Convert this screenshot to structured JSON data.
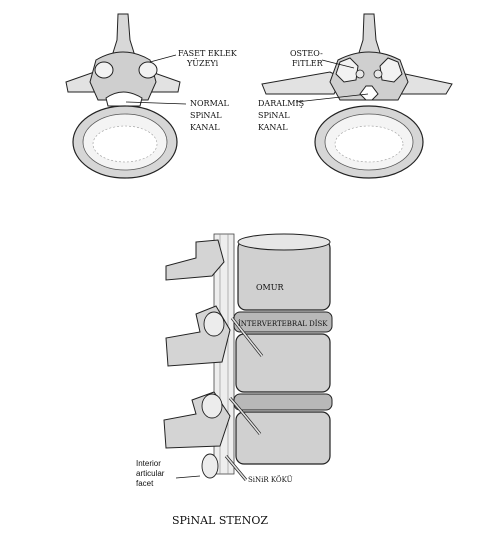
{
  "top_left": {
    "label_facet_line1": "FASET EKLEK",
    "label_facet_line2": "YÜZEYi",
    "label_canal_line1": "NORMAL",
    "label_canal_line2": "SPiNAL",
    "label_canal_line3": "KANAL"
  },
  "top_right": {
    "label_osteo_line1": "OSTEO-",
    "label_osteo_line2": "FiTLER",
    "label_canal_line1": "DARALMIŞ",
    "label_canal_line2": "SPiNAL",
    "label_canal_line3": "KANAL"
  },
  "spine": {
    "label_vertebra": "OMUR",
    "label_disc": "İNTERVERTEBRAL DİSK",
    "label_facet_line1": "Interior",
    "label_facet_line2": "articular",
    "label_facet_line3": "facet",
    "label_nerve_root": "SiNiR KÖKÜ"
  },
  "caption": "SPiNAL STENOZ"
}
